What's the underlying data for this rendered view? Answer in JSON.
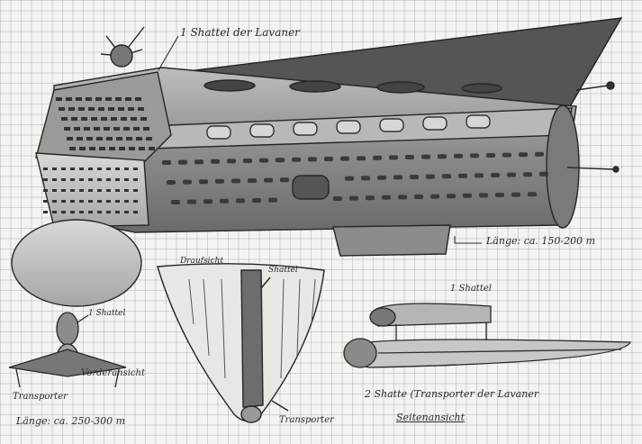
{
  "labels": {
    "main_pointer": "1 Shattel der Lavaner",
    "length_main": "Länge: ca. 150-200 m",
    "draufsicht": "Draufsicht",
    "top_shattel": "Shattel",
    "transporter_bottom": "Transporter",
    "front_shattel": "1 Shattel",
    "vorderansicht": "Vorderansicht",
    "transporter_left": "Transporter",
    "length_transporter": "Länge: ca. 250-300 m",
    "side_shattel": "1 Shattel",
    "side_caption": "2 Shatte (Transporter der Lavaner",
    "seitenansicht": "Seitenansicht"
  },
  "colors": {
    "paper": "#f4f3ef",
    "grid": "#8a8f99",
    "pencil": "#2a2a2a"
  }
}
